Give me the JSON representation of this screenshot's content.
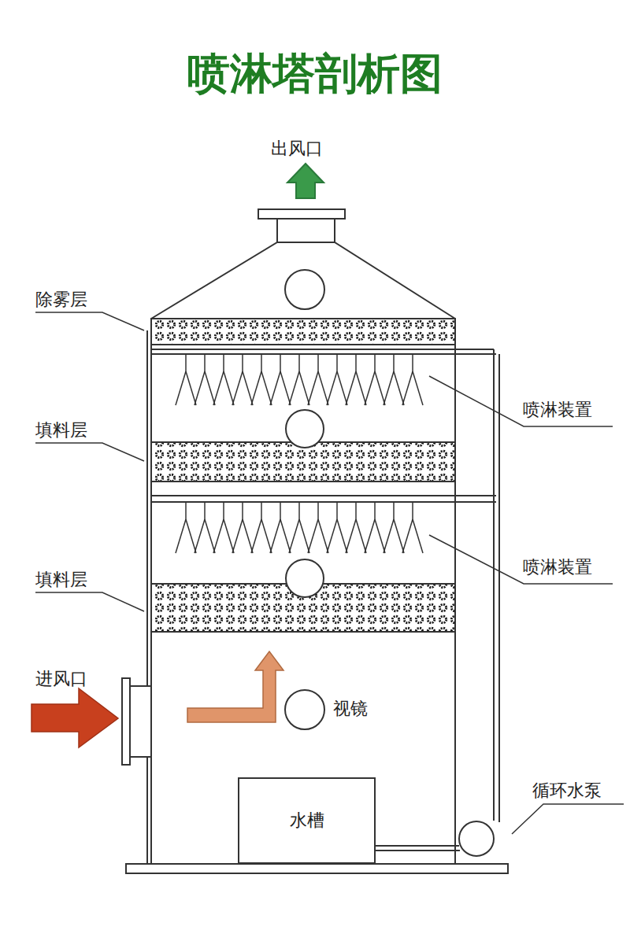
{
  "diagram": {
    "title": "喷淋塔剖析图",
    "nodes": [
      {
        "text": [
          "水槽"
        ]
      }
    ],
    "labels": [
      "出风口",
      "除雾层",
      "喷淋装置",
      "填料层",
      "喷淋装置",
      "填料层",
      "进风口",
      "视镜",
      "循环水泵"
    ]
  }
}
